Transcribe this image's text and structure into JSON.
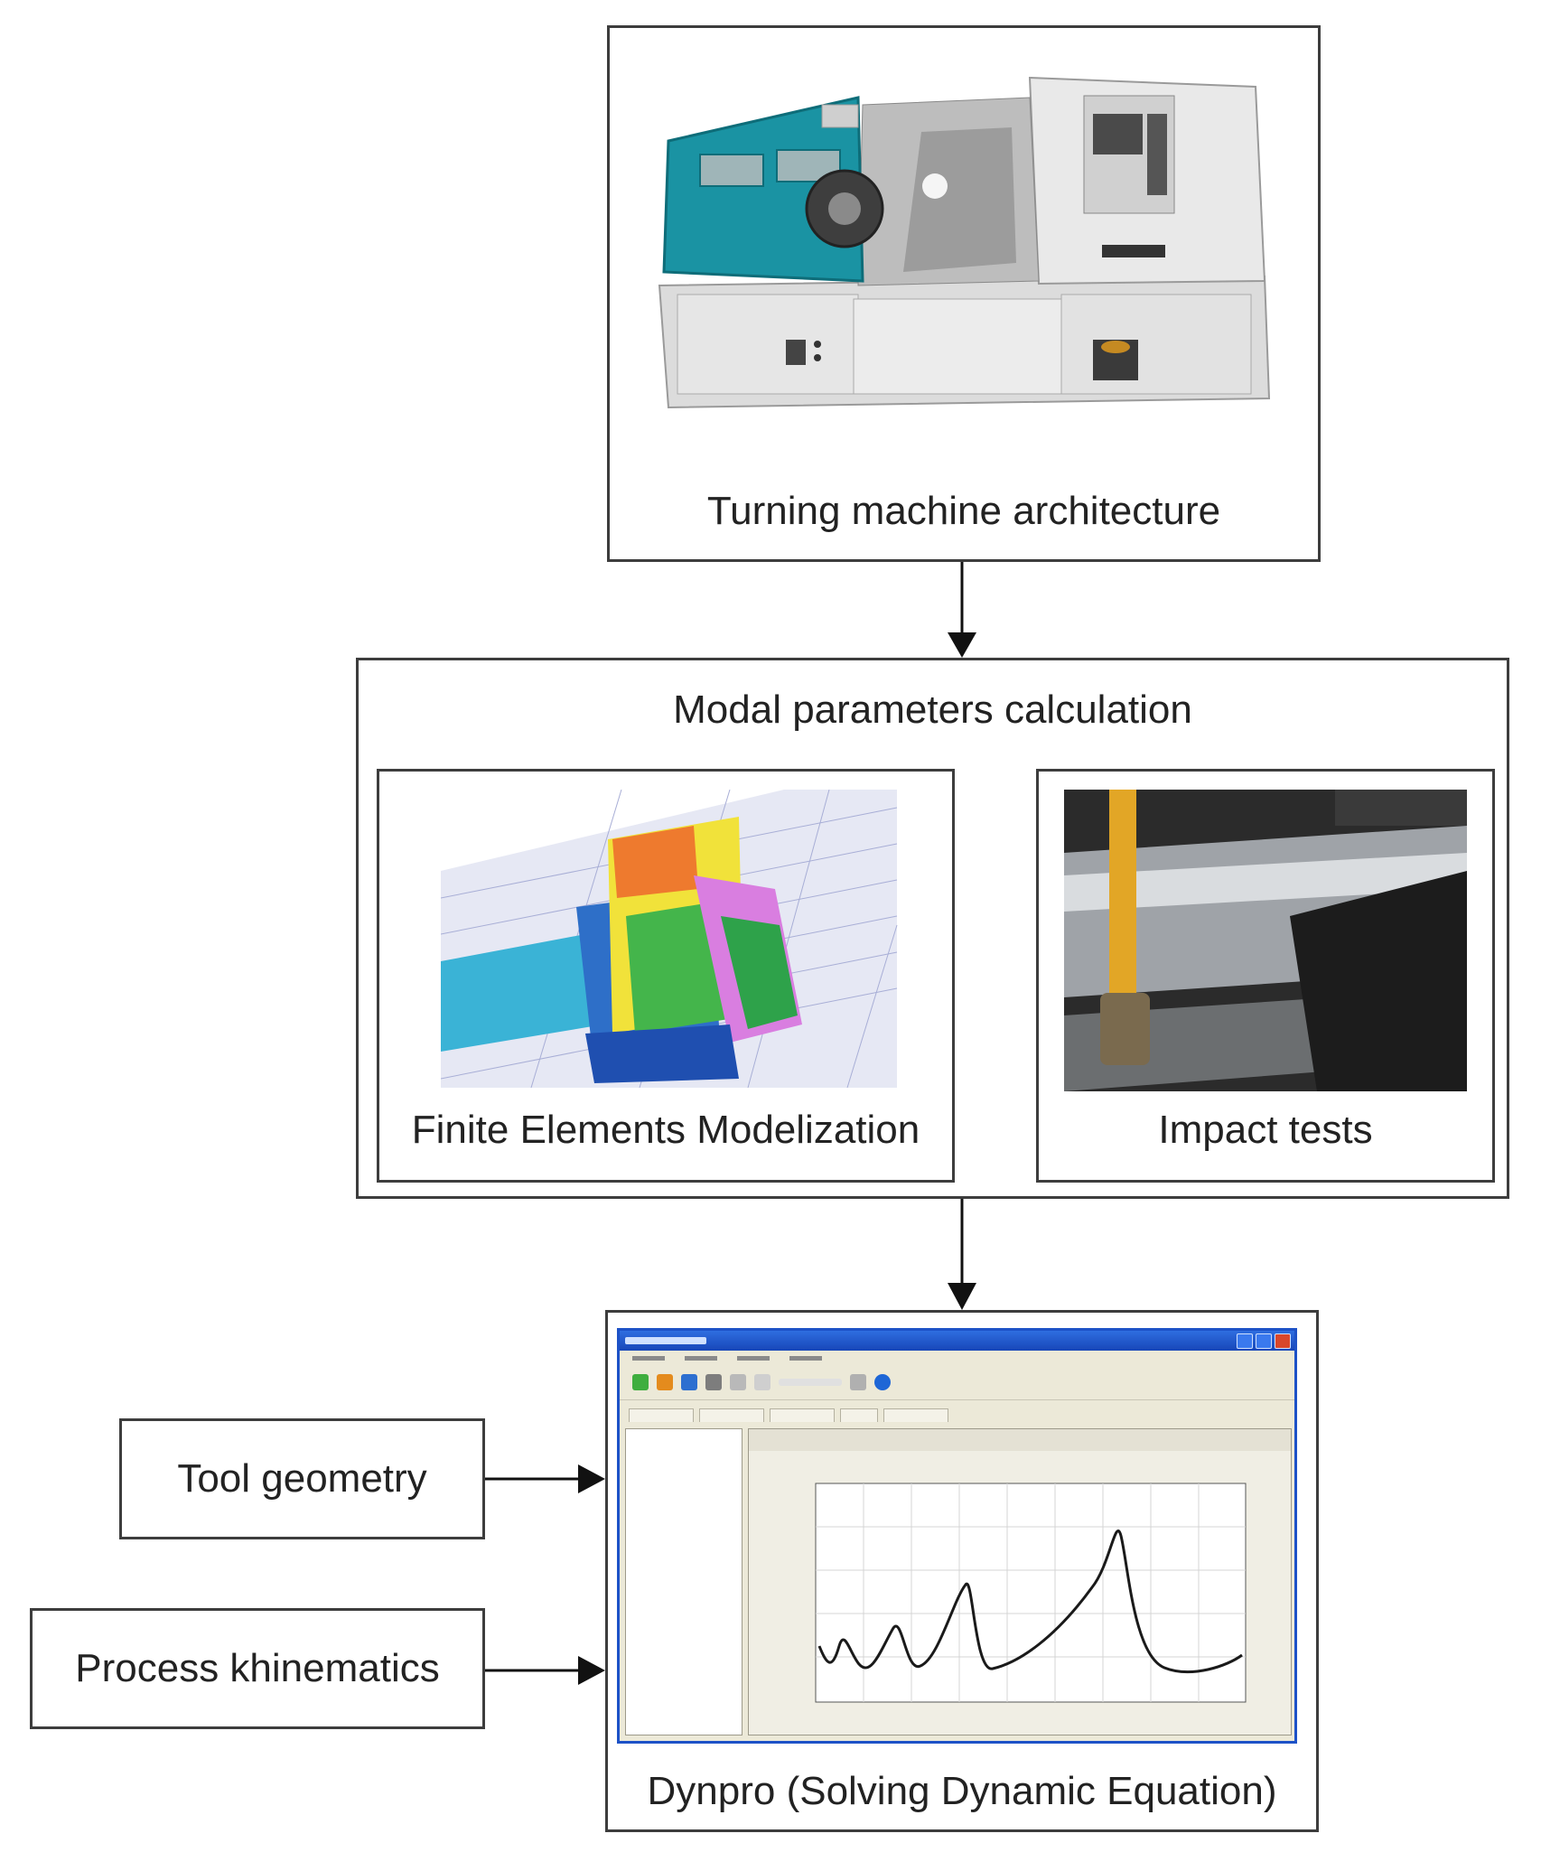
{
  "nodes": {
    "turning_machine": {
      "label": "Turning machine architecture"
    },
    "modal_parameters": {
      "label": "Modal parameters calculation"
    },
    "finite_elements": {
      "label": "Finite Elements Modelization"
    },
    "impact_tests": {
      "label": "Impact tests"
    },
    "dynpro": {
      "label": "Dynpro (Solving Dynamic Equation)"
    },
    "tool_geometry": {
      "label": "Tool geometry"
    },
    "process_kinematics": {
      "label": "Process khinematics"
    }
  },
  "colors": {
    "box_border": "#3d3d3d",
    "machine_teal": "#1a93a3",
    "window_blue": "#1d52c7"
  }
}
